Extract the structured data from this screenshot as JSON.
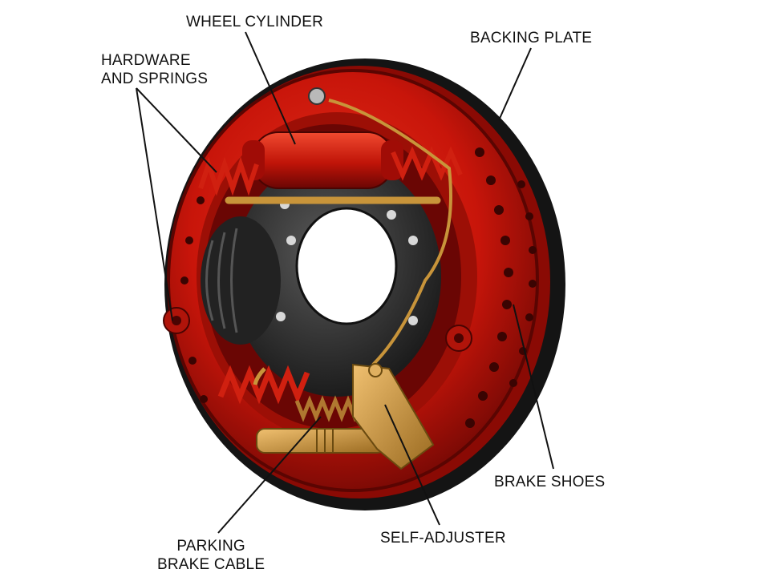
{
  "colors": {
    "shoe_red": "#c8150a",
    "shoe_dark": "#7a0905",
    "backing_black": "#141414",
    "hub_gray": "#3a3a3a",
    "spring_red": "#d02010",
    "adjuster_gold": "#c8943a",
    "leader_line": "#111111"
  },
  "labels": {
    "wheel_cylinder": "WHEEL CYLINDER",
    "backing_plate": "BACKING PLATE",
    "hardware_line1": "HARDWARE",
    "hardware_line2": "AND SPRINGS",
    "brake_shoes": "BRAKE SHOES",
    "self_adjuster": "SELF-ADJUSTER",
    "parking_line1": "PARKING",
    "parking_line2": "BRAKE CABLE"
  }
}
